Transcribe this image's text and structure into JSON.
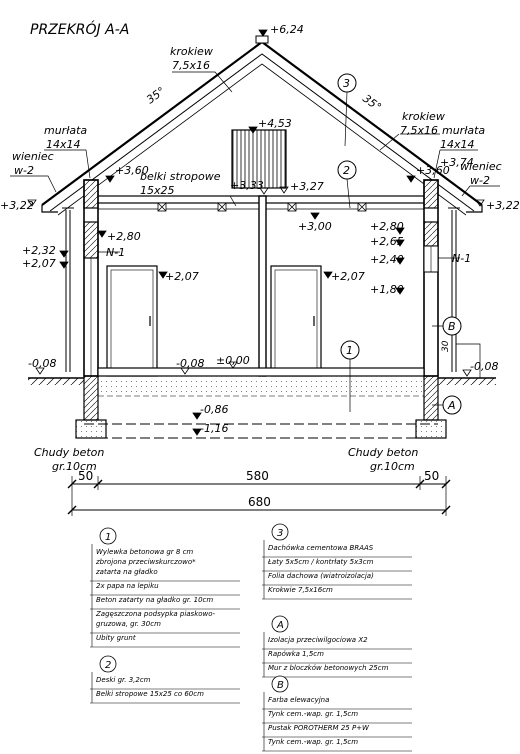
{
  "title": "PRZEKRÓJ A-A",
  "levels": {
    "ridge": "+6,24",
    "attic_top": "+4,53",
    "ceiling_mid": "+3,33",
    "ceiling_r": "+3,27",
    "ceiling_low": "+3,00",
    "wall_top_l": "+3,60",
    "wall_top_r": "+3,60",
    "murlata_r": "+3,74",
    "eave_l": "+3,22",
    "eave_r": "+3,22",
    "lintel_l": "+2,80",
    "lintel_r": "+2,80",
    "lintel_r2": "+2,65",
    "win_top_l": "+2,32",
    "win_bot_l": "+2,07",
    "door_l": "+2,07",
    "door_r": "+2,07",
    "win_top_r": "+2,40",
    "win_bot_r": "+1,80",
    "floor": "±0,00",
    "floor_minus": "-0,08",
    "ground_l": "-0,08",
    "ground_r": "-0,08",
    "foundation_top": "-0,86",
    "foundation_bot": "-1,16"
  },
  "labels": {
    "krokiew_l": "krokiew",
    "krokiew_l_size": "7,5x16",
    "krokiew_r": "krokiew",
    "krokiew_r_size": "7,5x16",
    "murlata_l": "murłata",
    "murlata_l_size": "14x14",
    "murlata_r": "murłata",
    "murlata_r_size": "14x14",
    "wieniec_l": "wieniec",
    "wieniec_l_code": "w-2",
    "wieniec_r": "wieniec",
    "wieniec_r_code": "w-2",
    "belki": "belki stropowe",
    "belki_size": "15x25",
    "n1_l": "N-1",
    "n1_r": "N-1",
    "angle_l": "35°",
    "angle_r": "35°",
    "chudy_l": "Chudy beton",
    "chudy_l_thk": "gr.10cm",
    "chudy_r": "Chudy beton",
    "chudy_r_thk": "gr.10cm",
    "dim_30": "30"
  },
  "markers": {
    "m1": "1",
    "m2": "2",
    "m3": "3",
    "mA": "A",
    "mB": "B"
  },
  "dimensions": {
    "left": "50",
    "middle": "580",
    "right": "50",
    "total": "680"
  },
  "legend": {
    "g1": {
      "id": "1",
      "rows": [
        [
          "Wylewka betonowa gr 8 cm",
          "zbrojona przeciwskurczowo*",
          "zatarta na gładko"
        ],
        [
          "2x papa na lepiku"
        ],
        [
          "Beton zatarty na gładko gr. 10cm"
        ],
        [
          "Zagęszczona podsypka piaskowo-",
          "gruzowa, gr. 30cm"
        ],
        [
          "Ubity grunt"
        ]
      ]
    },
    "g2": {
      "id": "2",
      "rows": [
        [
          "Deski gr. 3,2cm"
        ],
        [
          "Belki stropowe 15x25 co 60cm"
        ]
      ]
    },
    "g3": {
      "id": "3",
      "rows": [
        [
          "Dachówka cementowa BRAAS"
        ],
        [
          "Łaty 5x5cm  /  kontrłaty 5x3cm"
        ],
        [
          "Folia dachowa (wiatroizolacja)"
        ],
        [
          "Krokwie 7,5x16cm"
        ]
      ]
    },
    "gA": {
      "id": "A",
      "rows": [
        [
          "Izolacja przeciwilgociowa X2"
        ],
        [
          "Rapówka 1,5cm"
        ],
        [
          "Mur z bloczków betonowych 25cm"
        ]
      ]
    },
    "gB": {
      "id": "B",
      "rows": [
        [
          "Farba elewacyjna"
        ],
        [
          "Tynk cem.-wap. gr. 1,5cm"
        ],
        [
          "Pustak POROTHERM 25 P+W"
        ],
        [
          "Tynk cem.-wap. gr. 1,5cm"
        ]
      ]
    }
  }
}
